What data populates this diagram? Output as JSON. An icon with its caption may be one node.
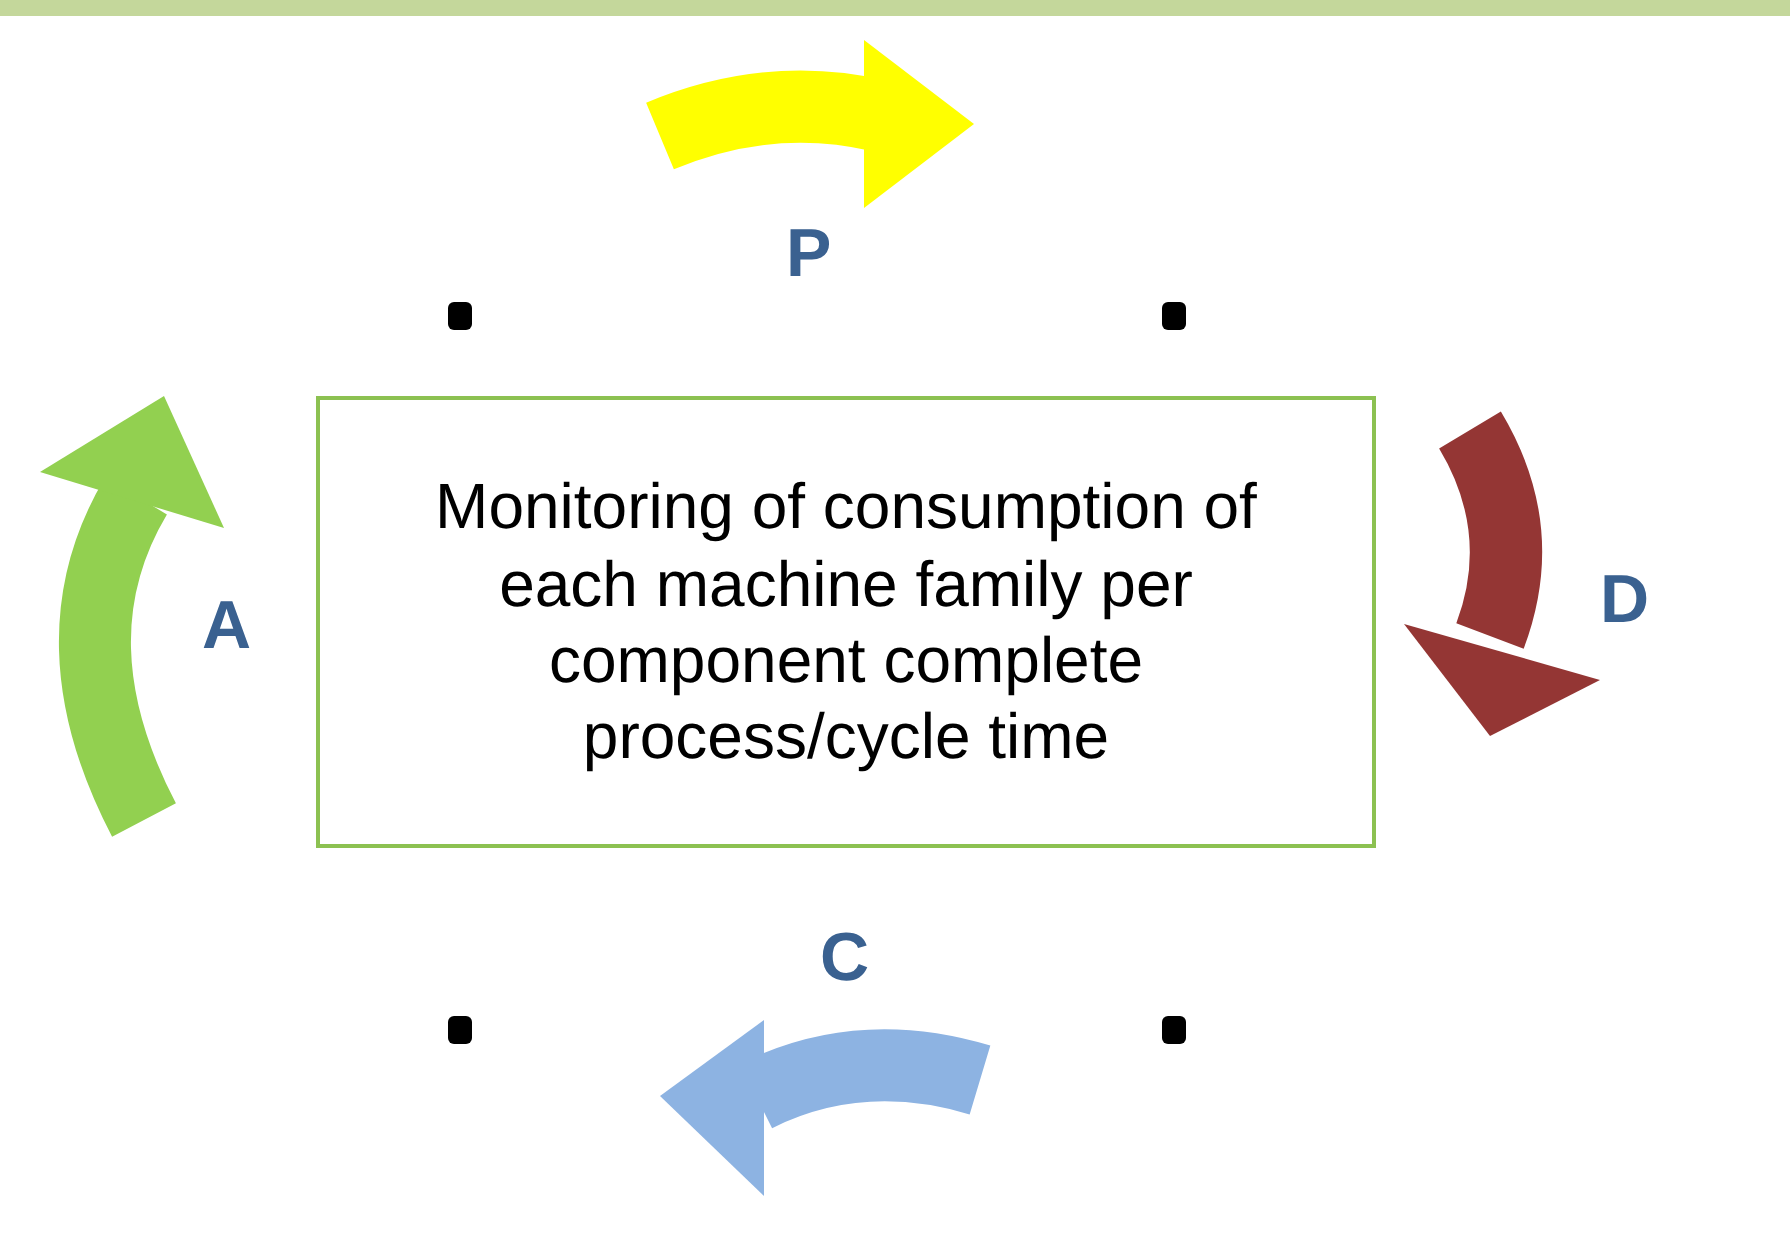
{
  "diagram": {
    "nodes": [
      {
        "text": [
          "Monitoring of consumption of each machine family per component complete process/cycle time"
        ]
      }
    ],
    "labels": [
      "P",
      "A",
      "D",
      "C"
    ]
  }
}
